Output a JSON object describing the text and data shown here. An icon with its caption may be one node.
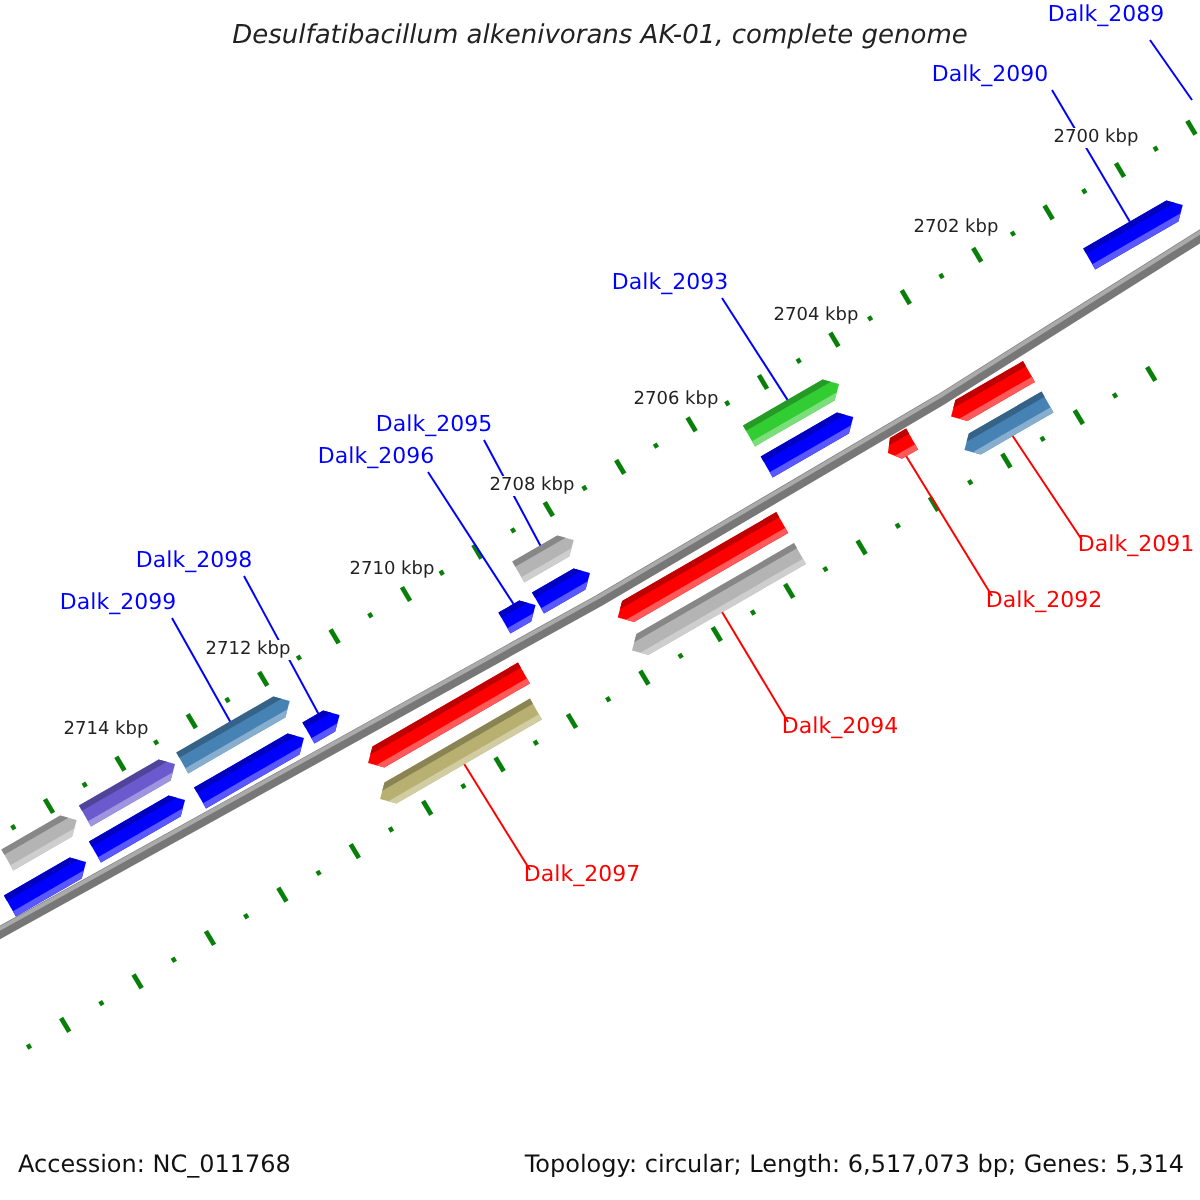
{
  "diagram": {
    "title": "Desulfatibacillum alkenivorans AK-01, complete genome",
    "nodes": [
      {
        "text": [
          "Dalk_2089"
        ]
      },
      {
        "text": [
          "Dalk_2090"
        ]
      },
      {
        "text": [
          "Dalk_2093"
        ]
      },
      {
        "text": [
          "Dalk_2095"
        ]
      },
      {
        "text": [
          "Dalk_2096"
        ]
      },
      {
        "text": [
          "Dalk_2098"
        ]
      },
      {
        "text": [
          "Dalk_2099"
        ]
      },
      {
        "text": [
          "Dalk_2091"
        ]
      },
      {
        "text": [
          "Dalk_2092"
        ]
      },
      {
        "text": [
          "Dalk_2094"
        ]
      },
      {
        "text": [
          "Dalk_2097"
        ]
      },
      {
        "text": [],
        "shape": "bar"
      },
      {
        "text": [],
        "shape": "bar"
      },
      {
        "text": [],
        "shape": "bar"
      },
      {
        "text": [],
        "shape": "bar"
      },
      {
        "text": [],
        "shape": "bar"
      },
      {
        "text": [],
        "shape": "bar"
      },
      {
        "text": [],
        "shape": "bar"
      },
      {
        "text": [],
        "shape": "bar"
      },
      {
        "text": [],
        "shape": "bar"
      },
      {
        "text": [],
        "shape": "bar"
      },
      {
        "text": [],
        "shape": "bar"
      },
      {
        "text": [],
        "shape": "bar"
      },
      {
        "text": [],
        "shape": "bar"
      },
      {
        "text": [],
        "shape": "bar"
      },
      {
        "text": [],
        "shape": "bar"
      },
      {
        "text": [],
        "shape": "bar"
      },
      {
        "text": [],
        "shape": "bar"
      },
      {
        "text": [],
        "shape": "bar"
      },
      {
        "text": [],
        "shape": "bar"
      },
      {
        "text": [],
        "shape": "bar"
      }
    ],
    "edges": [
      {
        "from": 0,
        "to": null,
        "arrow": "none"
      },
      {
        "from": 1,
        "to": 30,
        "arrow": "none"
      },
      {
        "from": 2,
        "to": 25,
        "arrow": "none"
      },
      {
        "from": 3,
        "to": 21,
        "arrow": "none"
      },
      {
        "from": 4,
        "to": 20,
        "arrow": "none"
      },
      {
        "from": 5,
        "to": 17,
        "arrow": "none"
      },
      {
        "from": 6,
        "to": 15,
        "arrow": "none"
      },
      {
        "from": 7,
        "to": 29,
        "arrow": "none",
        "color": "#ff0000"
      },
      {
        "from": 8,
        "to": 27,
        "arrow": "none",
        "color": "#ff0000"
      },
      {
        "from": 9,
        "to": 24,
        "arrow": "none",
        "color": "#ff0000"
      },
      {
        "from": 10,
        "to": 19,
        "arrow": "none",
        "color": "#ff0000"
      }
    ],
    "labels": [
      "2700 kbp",
      "2702 kbp",
      "2704 kbp",
      "2706 kbp",
      "2708 kbp",
      "2710 kbp",
      "2712 kbp",
      "2714 kbp",
      "Accession: NC_011768",
      "Topology: circular; Length: 6,517,073 bp; Genes: 5,314"
    ]
  }
}
